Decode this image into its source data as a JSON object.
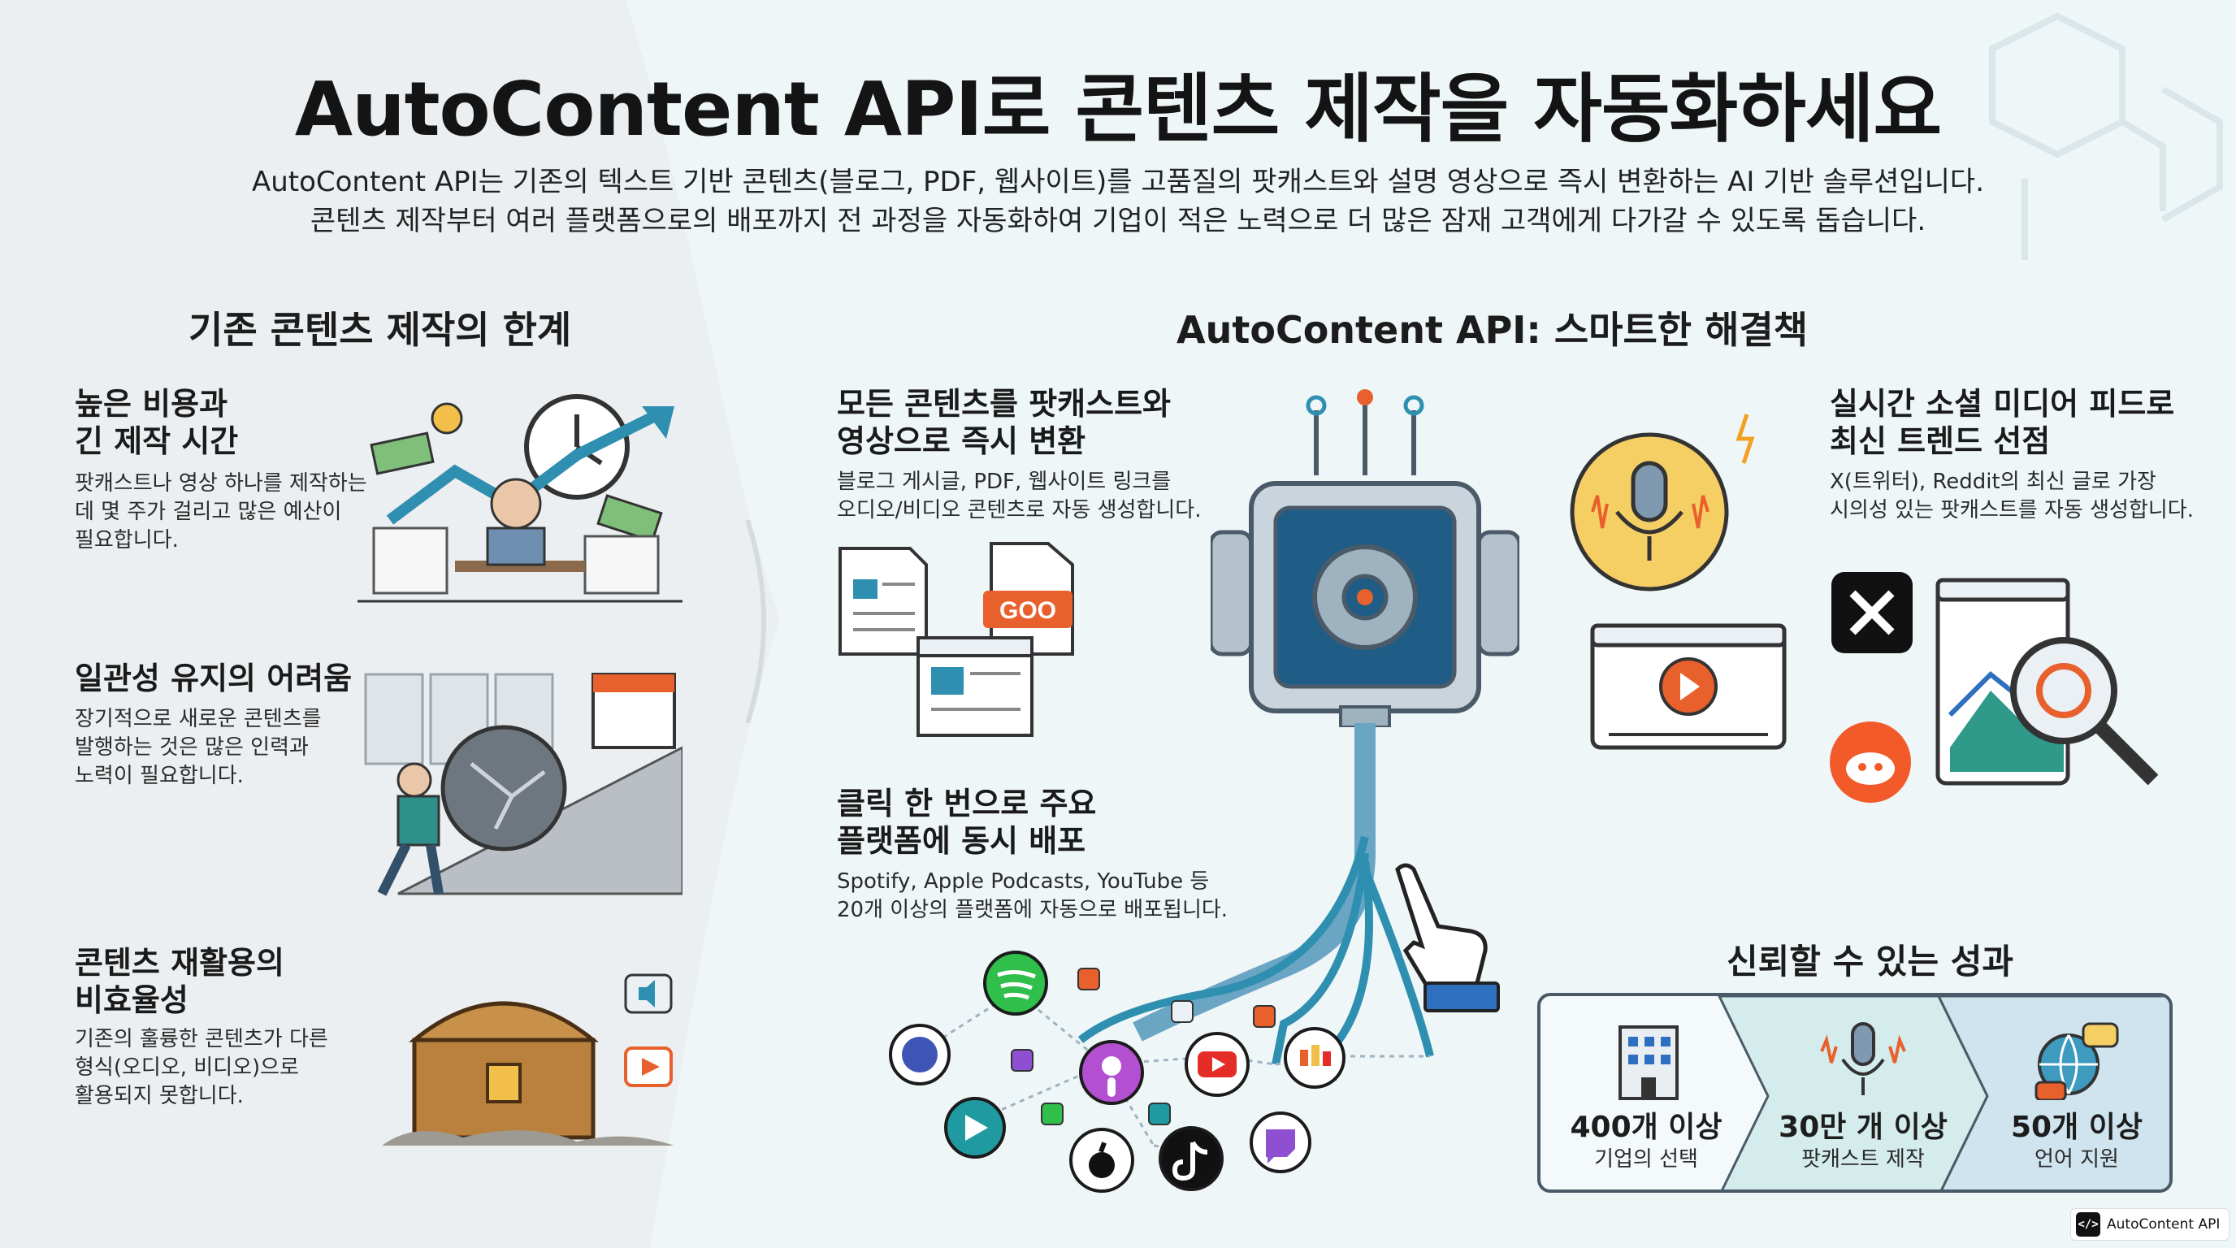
{
  "title": "AutoContent API로 콘텐츠 제작을 자동화하세요",
  "subtitle": [
    "AutoContent API는 기존의 텍스트 기반 콘텐츠(블로그, PDF, 웹사이트)를 고품질의 팟캐스트와 설명 영상으로 즉시 변환하는 AI 기반 솔루션입니다.",
    "콘텐츠 제작부터 여러 플랫폼으로의 배포까지 전 과정을 자동화하여 기업이 적은 노력으로 더 많은 잠재 고객에게 다가갈 수 있도록 돕습니다."
  ],
  "left": {
    "heading": "기존 콘텐츠 제작의 한계",
    "items": [
      {
        "title": [
          "높은 비용과",
          "긴 제작 시간"
        ],
        "desc": [
          "팟캐스트나 영상 하나를 제작하는",
          "데 몇 주가 걸리고 많은 예산이",
          "필요합니다."
        ],
        "icon": "stressed-worker-clock-money-icon"
      },
      {
        "title": [
          "일관성 유지의 어려움"
        ],
        "desc": [
          "장기적으로 새로운 콘텐츠를",
          "발행하는 것은 많은 인력과",
          "노력이 필요합니다."
        ],
        "icon": "boulder-push-calendar-icon"
      },
      {
        "title": [
          "콘텐츠 재활용의",
          "비효율성"
        ],
        "desc": [
          "기존의 훌륭한 콘텐츠가 다른",
          "형식(오디오, 비디오)으로",
          "활용되지 못합니다."
        ],
        "icon": "treasure-chest-icon"
      }
    ]
  },
  "right": {
    "heading": "AutoContent API: 스마트한 해결책",
    "feature1": {
      "title": [
        "모든 콘텐츠를 팟캐스트와",
        "영상으로 즉시 변환"
      ],
      "desc": [
        "블로그 게시글, PDF, 웹사이트 링크를",
        "오디오/비디오 콘텐츠로 자동 생성합니다."
      ],
      "doc_tag": "GOO"
    },
    "feature2": {
      "title": [
        "클릭 한 번으로 주요",
        "플랫폼에 동시 배포"
      ],
      "desc": [
        "Spotify, Apple Podcasts, YouTube 등",
        "20개 이상의 플랫폼에 자동으로 배포됩니다."
      ]
    },
    "feature3": {
      "title": [
        "실시간 소셜 미디어 피드로",
        "최신 트렌드 선점"
      ],
      "desc": [
        "X(트위터), Reddit의 최신 글로 가장",
        "시의성 있는 팟캐스트를 자동 생성합니다."
      ]
    },
    "platforms": [
      "spotify-icon",
      "apple-icon",
      "tiktok-icon",
      "youtube-icon",
      "apple-podcasts-icon",
      "twitch-icon",
      "google-podcasts-icon"
    ],
    "results": {
      "heading": "신뢰할 수 있는 성과",
      "items": [
        {
          "number": "400개 이상",
          "label": "기업의 선택",
          "icon": "building-icon"
        },
        {
          "number": "30만 개 이상",
          "label": "팟캐스트 제작",
          "icon": "microphone-icon"
        },
        {
          "number": "50개 이상",
          "label": "언어 지원",
          "icon": "globe-chat-icon"
        }
      ]
    }
  },
  "footer": {
    "badge": "AutoContent API",
    "icon": "code-brackets-icon"
  },
  "colors": {
    "accent_teal": "#2f8fb0",
    "orange": "#e8602c",
    "gold": "#f2c04a",
    "dark": "#141414",
    "results_bg_1": "#f4f9fb",
    "results_bg_2": "#d4ecec",
    "results_bg_3": "#cfe4ee"
  }
}
